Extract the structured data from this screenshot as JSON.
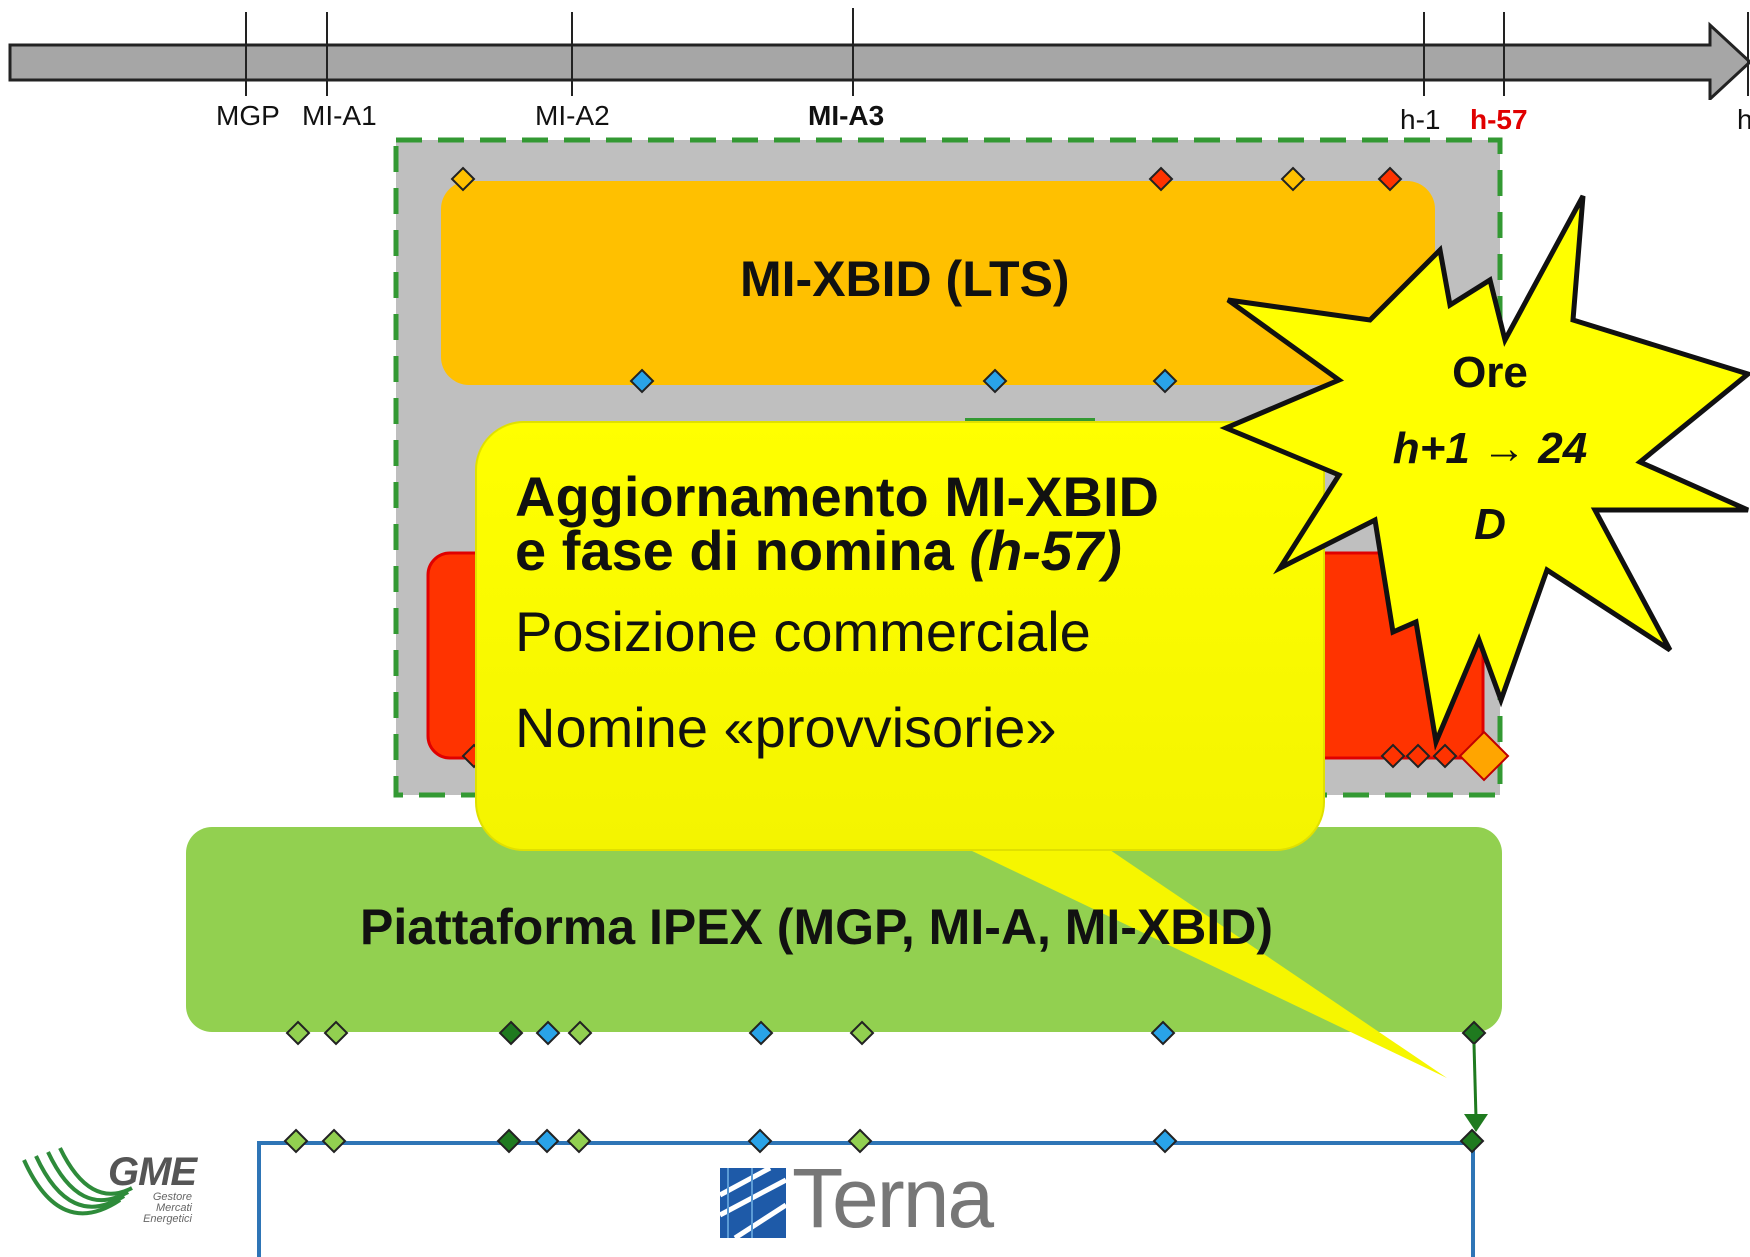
{
  "timeline": {
    "ticks": [
      {
        "label": "MGP",
        "emphasis": "normal"
      },
      {
        "label": "MI-A1",
        "emphasis": "normal"
      },
      {
        "label": "MI-A2",
        "emphasis": "normal"
      },
      {
        "label": "MI-A3",
        "emphasis": "bold"
      },
      {
        "label": "h-1",
        "emphasis": "normal"
      },
      {
        "label": "h-57",
        "emphasis": "red-bold"
      },
      {
        "label": "h",
        "emphasis": "normal"
      }
    ]
  },
  "boxes": {
    "xbid": {
      "title": "MI-XBID (LTS)",
      "color": "#FFC000"
    },
    "ipex": {
      "title": "Piattaforma IPEX (MGP, MI-A, MI-XBID)",
      "color": "#92D050"
    },
    "red": {
      "color": "#FF3300"
    },
    "region": {
      "color": "#BFBFBF",
      "border": "#339933"
    }
  },
  "callout": {
    "title_line1": "Aggiornamento MI-XBID",
    "title_line2": "e fase di nomina ",
    "title_italic": "(h-57)",
    "line1": "Posizione commerciale",
    "line2": "Nomine «provvisorie»",
    "color": "#FFFF00"
  },
  "starburst": {
    "line1": "Ore",
    "line2": "h+1 → 24",
    "line3": "D",
    "color": "#FFFF00"
  },
  "logos": {
    "gme": {
      "name": "GME",
      "subtitle": [
        "Gestore",
        "Mercati",
        "Energetici"
      ]
    },
    "terna": {
      "name": "Terna"
    }
  },
  "colors": {
    "diamond_light_green": "#92D050",
    "diamond_dark_green": "#1F7A1F",
    "diamond_blue": "#29A3E8",
    "diamond_orange": "#FFC000",
    "diamond_red": "#FF3300",
    "arrow_green": "#1F7A1F",
    "terna_box_border": "#2E75B6"
  }
}
